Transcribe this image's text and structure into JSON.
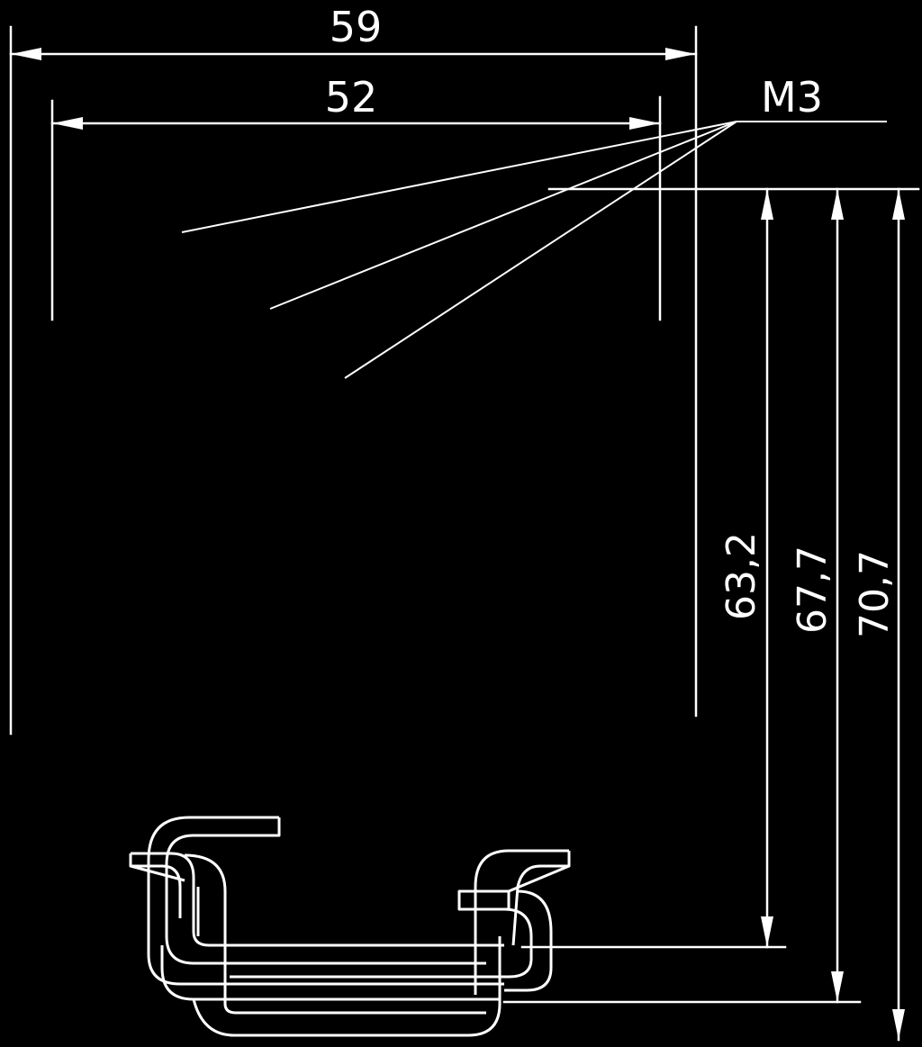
{
  "dimensions": {
    "width_outer": "59",
    "width_holes": "52",
    "thread": "M3",
    "height_1": "63,2",
    "height_2": "67,7",
    "height_3": "70,7"
  }
}
